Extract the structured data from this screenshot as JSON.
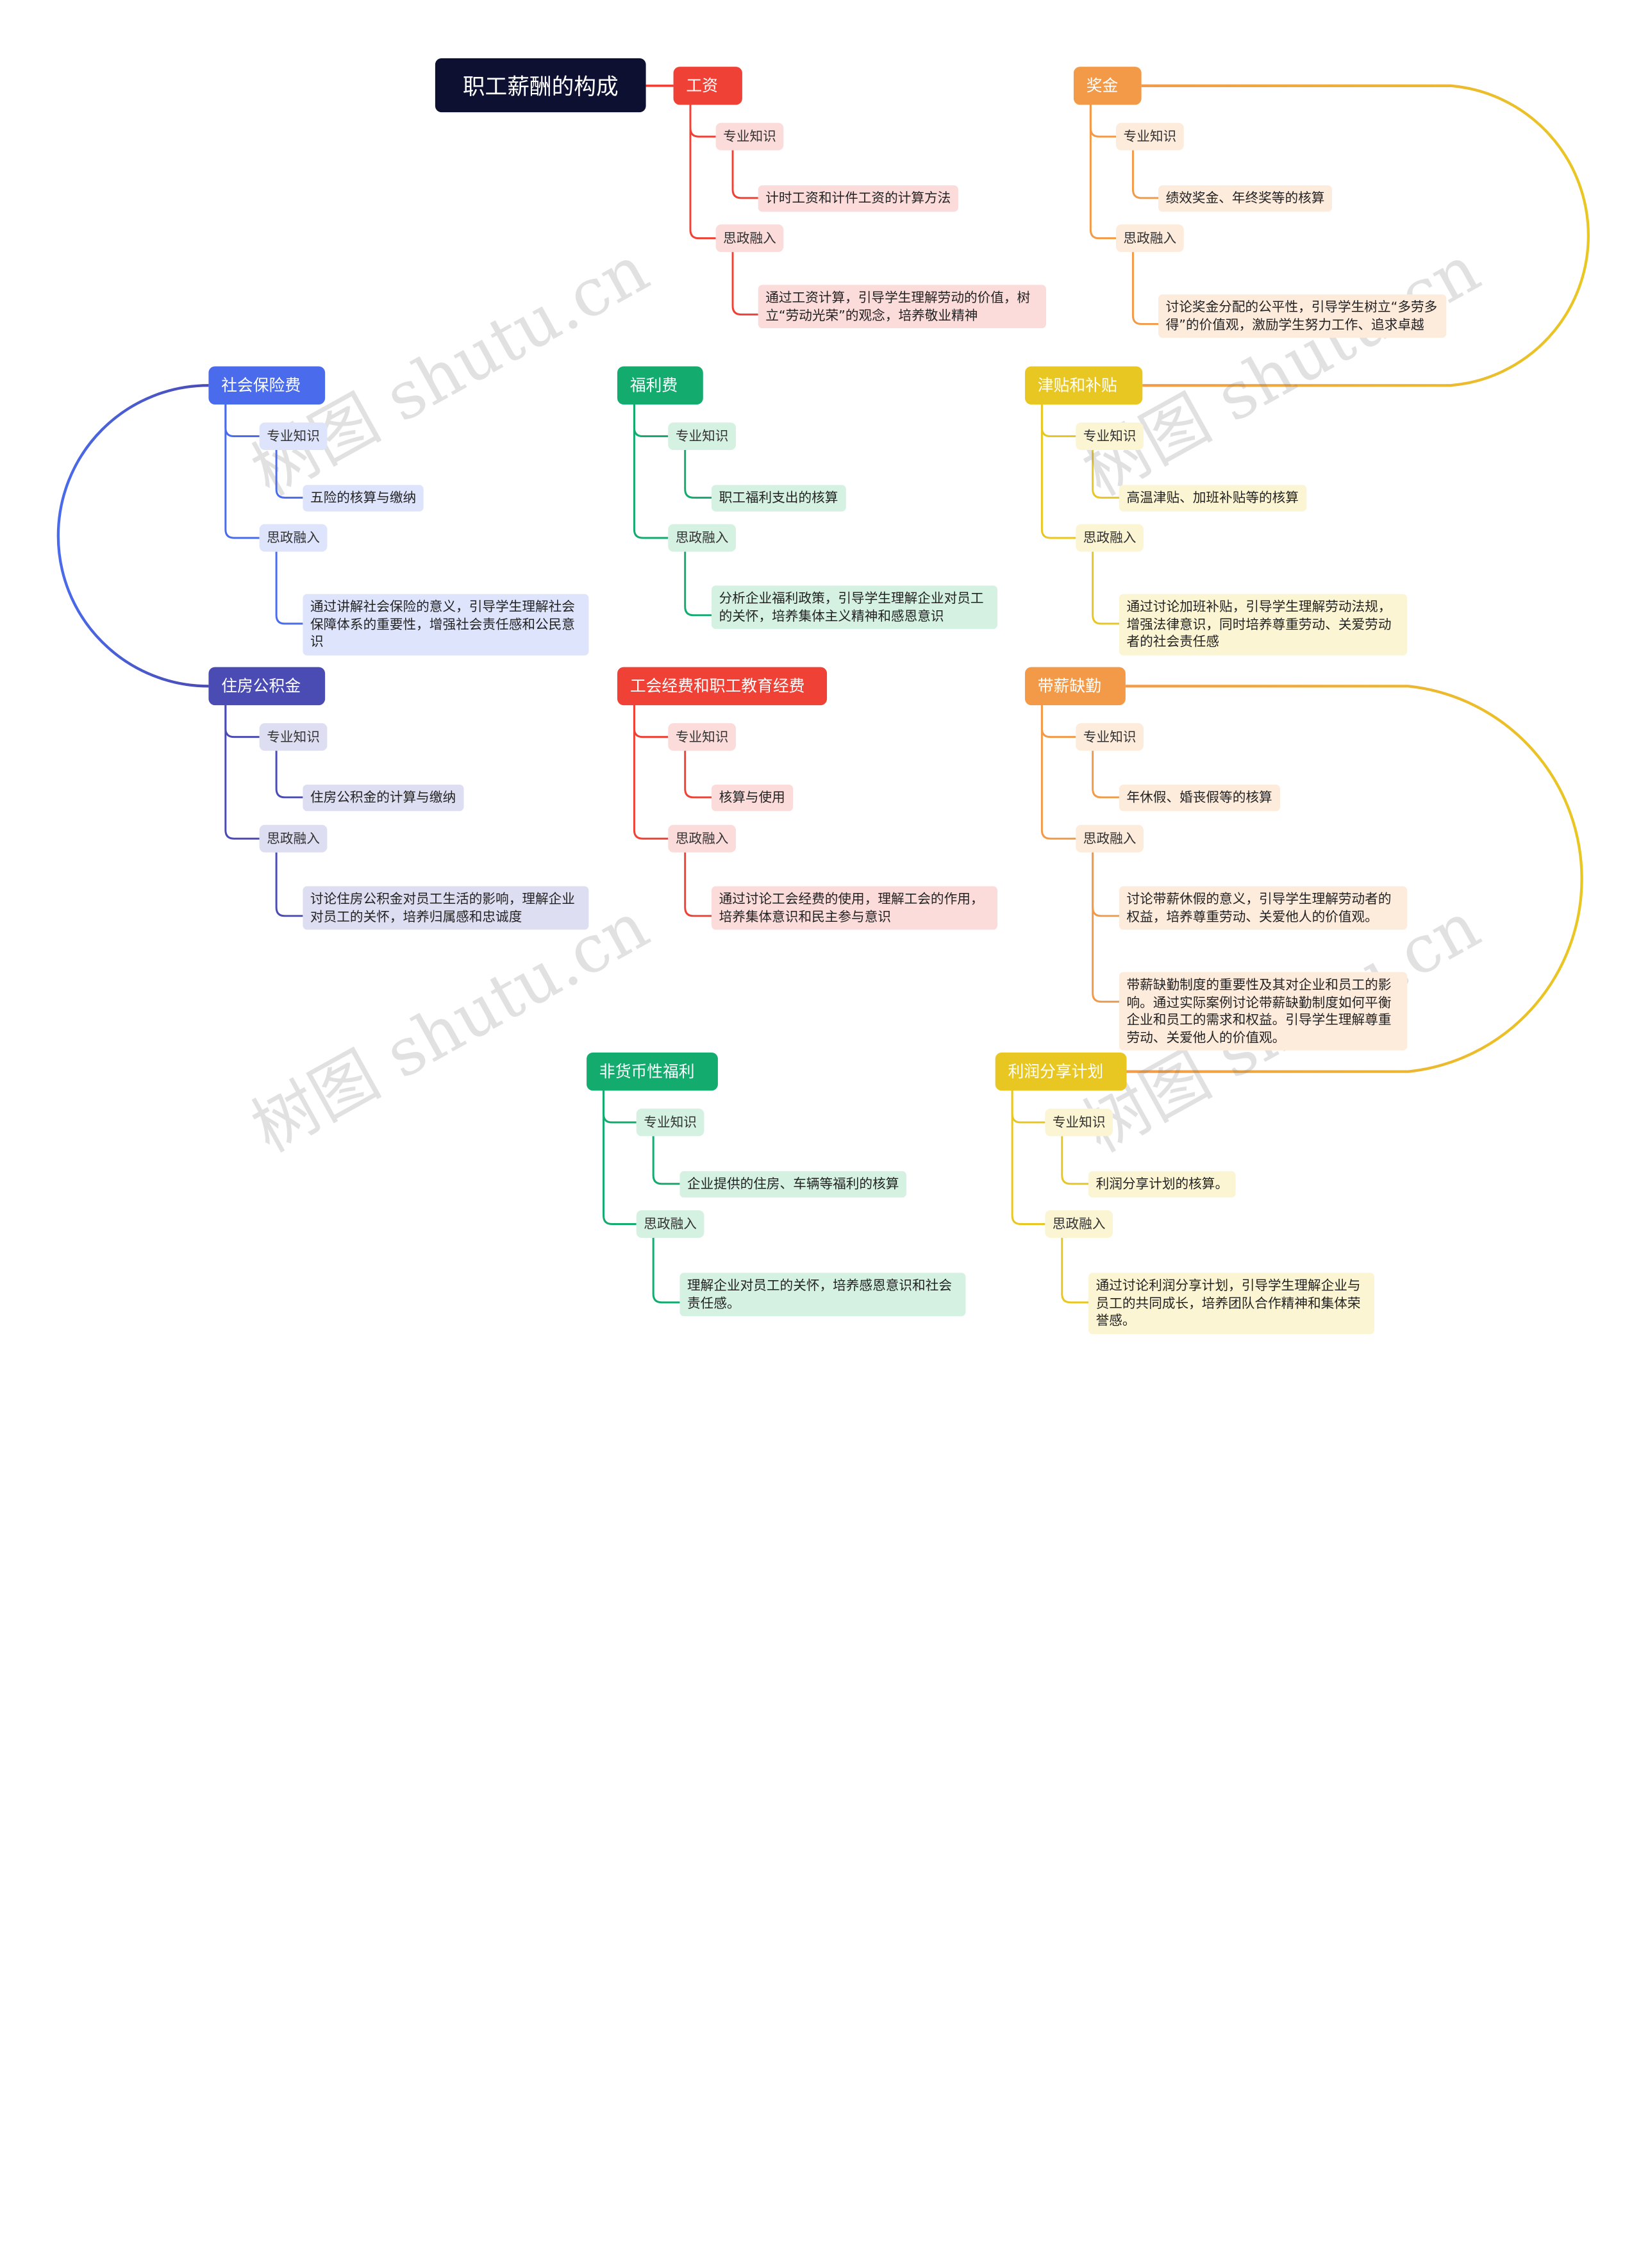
{
  "title": "职工薪酬的构成",
  "labels": {
    "knowledge": "专业知识",
    "ideology": "思政融入"
  },
  "watermark": "树图 shutu.cn",
  "topics": [
    {
      "id": "wage",
      "label": "工资",
      "color": "#ef4136",
      "tint": "#fbdcdb",
      "knowledge": [
        "计时工资和计件工资的计算方法"
      ],
      "ideology": [
        "通过工资计算，引导学生理解劳动的价值，树立“劳动光荣”的观念，培养敬业精神"
      ]
    },
    {
      "id": "bonus",
      "label": "奖金",
      "color": "#f39a48",
      "tint": "#fdebdc",
      "knowledge": [
        "绩效奖金、年终奖等的核算"
      ],
      "ideology": [
        "讨论奖金分配的公平性，引导学生树立“多劳多得”的价值观，激励学生努力工作、追求卓越"
      ]
    },
    {
      "id": "allowance",
      "label": "津贴和补贴",
      "color": "#e9c722",
      "tint": "#fcf5d3",
      "knowledge": [
        "高温津贴、加班补贴等的核算"
      ],
      "ideology": [
        "通过讨论加班补贴，引导学生理解劳动法规，增强法律意识，同时培养尊重劳动、关爱劳动者的社会责任感"
      ]
    },
    {
      "id": "welfare",
      "label": "福利费",
      "color": "#14ab6f",
      "tint": "#d4f1e2",
      "knowledge": [
        "职工福利支出的核算"
      ],
      "ideology": [
        "分析企业福利政策，引导学生理解企业对员工的关怀，培养集体主义精神和感恩意识"
      ]
    },
    {
      "id": "social",
      "label": "社会保险费",
      "color": "#4a6bec",
      "tint": "#dde4fc",
      "knowledge": [
        "五险的核算与缴纳"
      ],
      "ideology": [
        "通过讲解社会保险的意义，引导学生理解社会保障体系的重要性，增强社会责任感和公民意识"
      ]
    },
    {
      "id": "housing",
      "label": "住房公积金",
      "color": "#4a4bb3",
      "tint": "#dedef2",
      "knowledge": [
        "住房公积金的计算与缴纳"
      ],
      "ideology": [
        "讨论住房公积金对员工生活的影响，理解企业对员工的关怀，培养归属感和忠诚度"
      ]
    },
    {
      "id": "union",
      "label": "工会经费和职工教育经费",
      "color": "#ef4136",
      "tint": "#fbdcdb",
      "knowledge": [
        "核算与使用"
      ],
      "ideology": [
        "通过讨论工会经费的使用，理解工会的作用，培养集体意识和民主参与意识"
      ]
    },
    {
      "id": "paidleave",
      "label": "带薪缺勤",
      "color": "#f39a48",
      "tint": "#fdebdc",
      "knowledge": [
        "年休假、婚丧假等的核算"
      ],
      "ideology": [
        "讨论带薪休假的意义，引导学生理解劳动者的权益，培养尊重劳动、关爱他人的价值观。",
        "带薪缺勤制度的重要性及其对企业和员工的影响。通过实际案例讨论带薪缺勤制度如何平衡企业和员工的需求和权益。引导学生理解尊重劳动、关爱他人的价值观。"
      ]
    },
    {
      "id": "profit",
      "label": "利润分享计划",
      "color": "#e9c722",
      "tint": "#fcf5d3",
      "knowledge": [
        "利润分享计划的核算。"
      ],
      "ideology": [
        "通过讨论利润分享计划，引导学生理解企业与员工的共同成长，培养团队合作精神和集体荣誉感。"
      ]
    },
    {
      "id": "nonmonetary",
      "label": "非货币性福利",
      "color": "#14ab6f",
      "tint": "#d4f1e2",
      "knowledge": [
        "企业提供的住房、车辆等福利的核算"
      ],
      "ideology": [
        "理解企业对员工的关怀，培养感恩意识和社会责任感。"
      ]
    }
  ]
}
